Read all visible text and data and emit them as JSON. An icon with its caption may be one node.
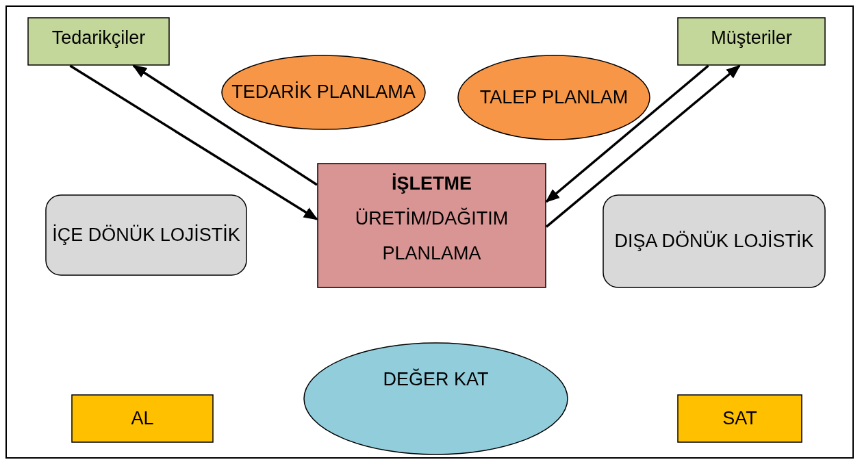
{
  "diagram": {
    "nodes": [
      {
        "text": [
          "Tedarikçiler"
        ]
      },
      {
        "text": [
          "Müşteriler"
        ]
      },
      {
        "text": [
          "TEDARİK PLANLAMA"
        ]
      },
      {
        "text": [
          "TALEP PLANLAM"
        ]
      },
      {
        "text": [
          "İŞLETME",
          "ÜRETİM/DAĞITIM PLANLAMA"
        ]
      },
      {
        "text": [
          "İÇE DÖNÜK LOJİSTİK"
        ]
      },
      {
        "text": [
          "DIŞA DÖNÜK LOJİSTİK"
        ]
      },
      {
        "text": [
          "DEĞER KAT"
        ]
      },
      {
        "text": [
          "AL"
        ]
      },
      {
        "text": [
          "SAT"
        ]
      }
    ],
    "edges": [
      {
        "from": 0,
        "to": 4,
        "arrow": "to"
      },
      {
        "from": 4,
        "to": 0,
        "arrow": "to"
      },
      {
        "from": 1,
        "to": 4,
        "arrow": "to"
      },
      {
        "from": 4,
        "to": 1,
        "arrow": "to"
      }
    ]
  }
}
